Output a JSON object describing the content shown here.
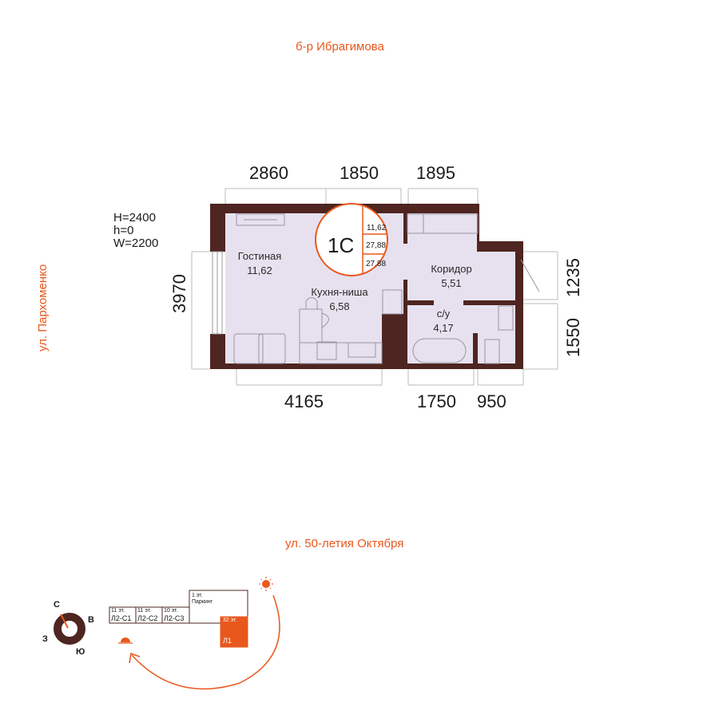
{
  "streets": {
    "north": "б-р Ибрагимова",
    "west": "ул. Пархоменко",
    "south": "ул. 50-летия Октября"
  },
  "dimensions": {
    "top": [
      "2860",
      "1850",
      "1895"
    ],
    "bottom": [
      "4165",
      "1750",
      "950"
    ],
    "left": "3970",
    "right": [
      "1550",
      "1235"
    ]
  },
  "window_spec": [
    "H=2400",
    "h=0",
    "W=2200"
  ],
  "badge": {
    "type": "1С",
    "living": "11,62",
    "total": "27,88",
    "total2": "27,88"
  },
  "rooms": [
    {
      "name": "Гостиная",
      "area": "11,62"
    },
    {
      "name": "Кухня-ниша",
      "area": "6,58"
    },
    {
      "name": "Коридор",
      "area": "5,51"
    },
    {
      "name": "с/у",
      "area": "4,17"
    }
  ],
  "compass": {
    "n": "С",
    "e": "В",
    "s": "Ю",
    "w": "З"
  },
  "sections": [
    {
      "floors": "11 эт.",
      "name": "Л2-С1"
    },
    {
      "floors": "11 эт.",
      "name": "Л2-С2"
    },
    {
      "floors": "10 эт.",
      "name": "Л2-С3"
    },
    {
      "floors": "1 эт.",
      "name": "Паркинг"
    },
    {
      "floors": "32 эт.",
      "name": "Л1"
    }
  ],
  "colors": {
    "accent": "#e8581c",
    "wall": "#4e2520",
    "floor": "#e7e1ef"
  }
}
